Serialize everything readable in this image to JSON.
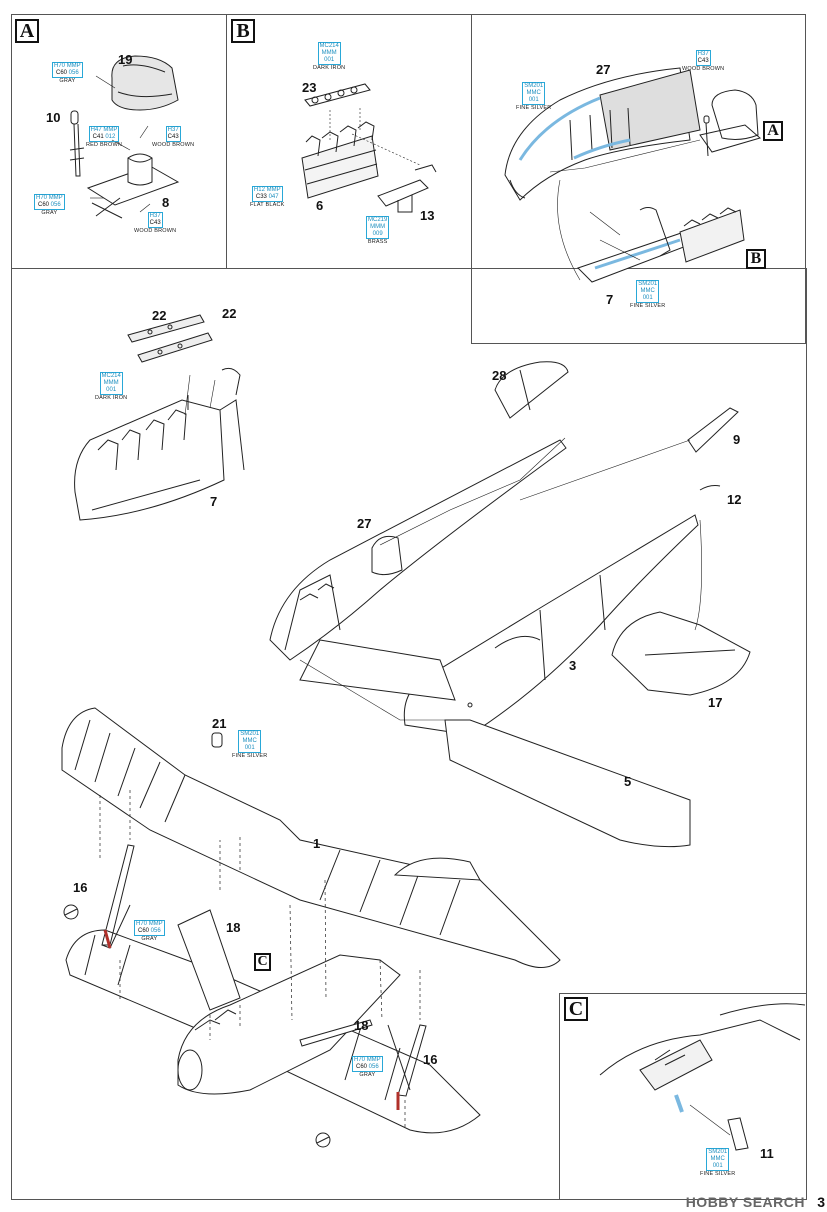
{
  "inset_letters": {
    "a": "A",
    "b": "B",
    "c": "C"
  },
  "parts": {
    "p19": "19",
    "p10": "10",
    "p8": "8",
    "p23": "23",
    "p6": "6",
    "p13": "13",
    "p27a": "27",
    "p7a": "7",
    "p22a": "22",
    "p22b": "22",
    "p7b": "7",
    "p28": "28",
    "p9": "9",
    "p12": "12",
    "p27b": "27",
    "p3": "3",
    "p17": "17",
    "p21": "21",
    "p5": "5",
    "p1": "1",
    "p16a": "16",
    "p18a": "18",
    "p18b": "18",
    "p16b": "16",
    "p11": "11"
  },
  "callouts": {
    "gray_a": {
      "h": "H70",
      "m": "MMP",
      "c": "C60",
      "n": "056",
      "label": "GRAY"
    },
    "redbrown": {
      "h": "H47",
      "m": "MMP",
      "c": "C41",
      "n": "012",
      "label": "RED BROWN"
    },
    "woodbrown_a": {
      "h": "H37",
      "c": "C43",
      "label": "WOOD BROWN"
    },
    "gray_b": {
      "h": "H70",
      "m": "MMP",
      "c": "C60",
      "n": "056",
      "label": "GRAY"
    },
    "woodbrown_b": {
      "h": "H37",
      "c": "C43",
      "label": "WOOD BROWN"
    },
    "darkiron_a": {
      "mix": "MC214",
      "mix2": "MMM",
      "mix3": "001",
      "label": "DARK IRON"
    },
    "flatblack": {
      "h": "H12",
      "m": "MMP",
      "c": "C33",
      "n": "047",
      "label": "FLAT BLACK"
    },
    "brass": {
      "mix": "MC219",
      "mix2": "MMM",
      "mix3": "009",
      "label": "BRASS"
    },
    "silver_27": {
      "mix": "SM201",
      "mix2": "MMC",
      "mix3": "001",
      "label": "FINE SILVER"
    },
    "woodbrown_c": {
      "h": "H37",
      "c": "C43",
      "label": "WOOD BROWN"
    },
    "silver_7": {
      "mix": "SM201",
      "mix2": "MMC",
      "mix3": "001",
      "label": "FINE SILVER"
    },
    "darkiron_b": {
      "mix": "MC214",
      "mix2": "MMM",
      "mix3": "001",
      "label": "DARK IRON"
    },
    "silver_21": {
      "mix": "SM201",
      "mix2": "MMC",
      "mix3": "001",
      "label": "FINE SILVER"
    },
    "gray_c": {
      "h": "H70",
      "m": "MMP",
      "c": "C60",
      "n": "056",
      "label": "GRAY"
    },
    "gray_d": {
      "h": "H70",
      "m": "MMP",
      "c": "C60",
      "n": "056",
      "label": "GRAY"
    },
    "silver_11": {
      "mix": "SM201",
      "mix2": "MMC",
      "mix3": "001",
      "label": "FINE SILVER"
    }
  },
  "watermark": "HOBBY SEARCH",
  "page_number": "3",
  "colors": {
    "paint_box": "#29a8d8",
    "line": "#222222",
    "highlight": "#7ab8e0",
    "strut_red": "#b0302a"
  }
}
